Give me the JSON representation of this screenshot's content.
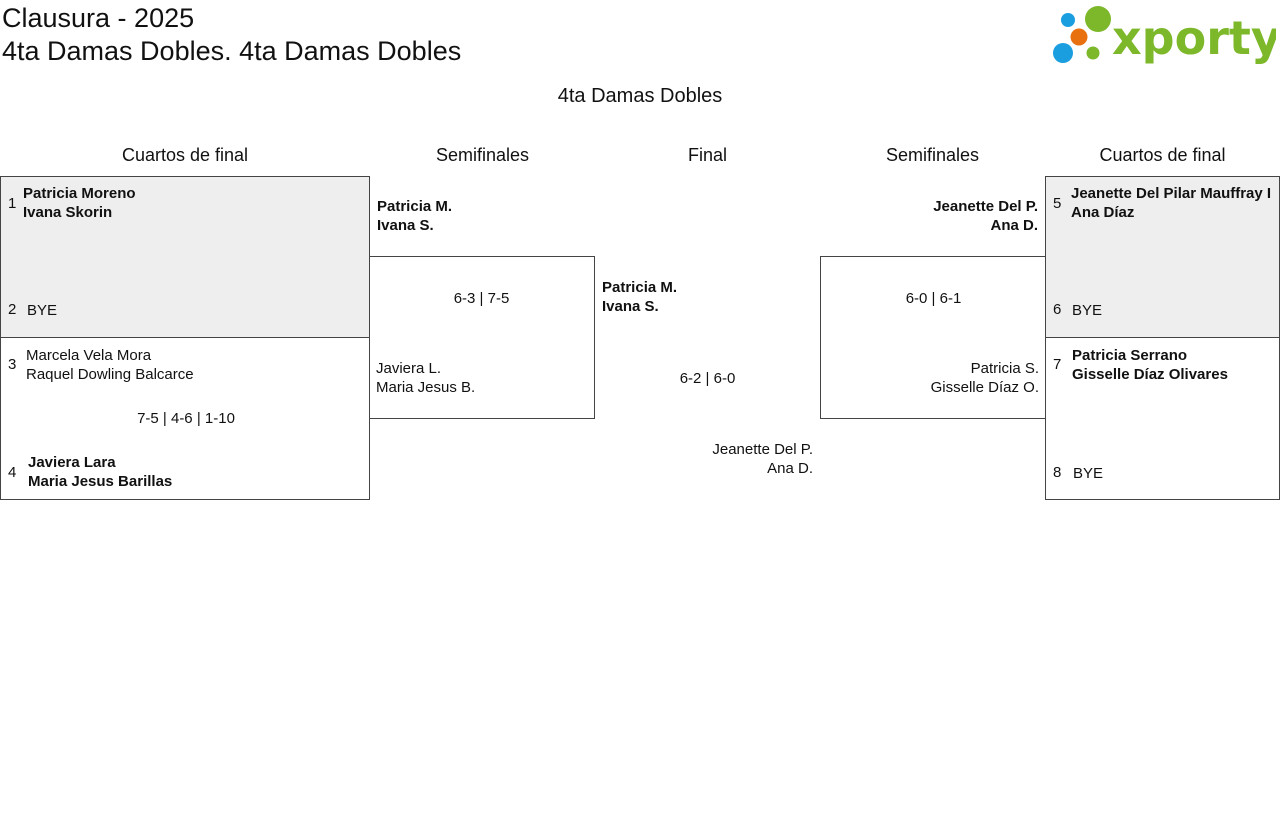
{
  "header": {
    "title": "Clausura - 2025",
    "subtitle": "4ta Damas Dobles. 4ta Damas Dobles",
    "logo_text": "xporty",
    "logo_colors": {
      "green": "#7cb829",
      "blue": "#1a9ee0",
      "orange": "#e8700f"
    }
  },
  "draw_title": "4ta Damas Dobles",
  "rounds": {
    "left_qf": "Cuartos de final",
    "left_sf": "Semifinales",
    "final": "Final",
    "right_sf": "Semifinales",
    "right_qf": "Cuartos de final"
  },
  "qf": [
    {
      "seed_a": "1",
      "a1": "Patricia Moreno",
      "a2": "Ivana Skorin",
      "seed_b": "2",
      "b1": "BYE",
      "score": ""
    },
    {
      "seed_a": "3",
      "a1": "Marcela Vela Mora",
      "a2": "Raquel Dowling Balcarce",
      "seed_b": "4",
      "b1": "Javiera Lara",
      "b2": "Maria Jesus Barillas",
      "score": "7-5 | 4-6 | 1-10"
    },
    {
      "seed_a": "5",
      "a1": "Jeanette Del Pilar Mauffray I",
      "a2": "Ana Díaz",
      "seed_b": "6",
      "b1": "BYE",
      "score": ""
    },
    {
      "seed_a": "7",
      "a1": "Patricia Serrano",
      "a2": "Gisselle Díaz Olivares",
      "seed_b": "8",
      "b1": "BYE",
      "score": ""
    }
  ],
  "sf": [
    {
      "a1": "Patricia M.",
      "a2": "Ivana S.",
      "b1": "Javiera L.",
      "b2": "Maria Jesus B.",
      "score": "6-3 | 7-5"
    },
    {
      "a1": "Jeanette Del P.",
      "a2": "Ana D.",
      "b1": "Patricia S.",
      "b2": "Gisselle Díaz O.",
      "score": "6-0 | 6-1"
    }
  ],
  "final": {
    "a1": "Patricia M.",
    "a2": "Ivana S.",
    "b1": "Jeanette Del P.",
    "b2": "Ana D.",
    "score": "6-2 | 6-0"
  }
}
